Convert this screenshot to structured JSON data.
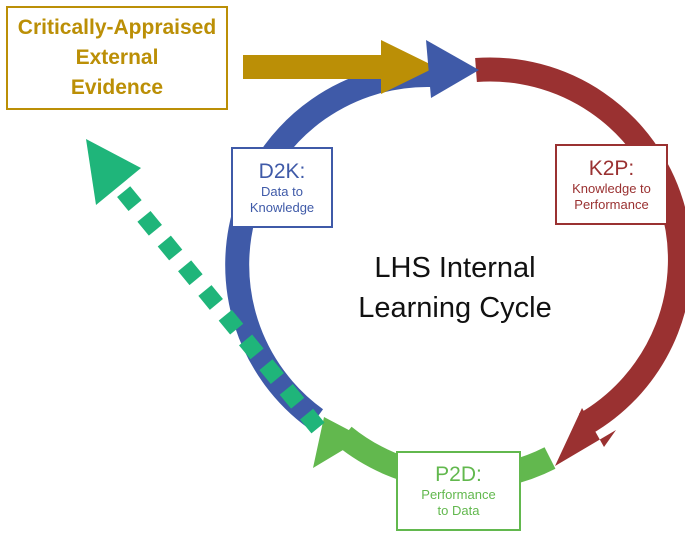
{
  "evidence": {
    "line1": "Critically-Appraised",
    "line2": "External",
    "line3": "Evidence"
  },
  "stages": {
    "d2k": {
      "code": "D2K:",
      "line1": "Data to",
      "line2": "Knowledge"
    },
    "k2p": {
      "code": "K2P:",
      "line1": "Knowledge to",
      "line2": "Performance"
    },
    "p2d": {
      "code": "P2D:",
      "line1": "Performance",
      "line2": "to Data"
    }
  },
  "center": {
    "line1": "LHS Internal",
    "line2": "Learning Cycle"
  },
  "colors": {
    "evidence": "#bb8f06",
    "d2k": "#3f5aa8",
    "k2p": "#9a3131",
    "p2d": "#62b84e",
    "feedback": "#1fb57a"
  }
}
